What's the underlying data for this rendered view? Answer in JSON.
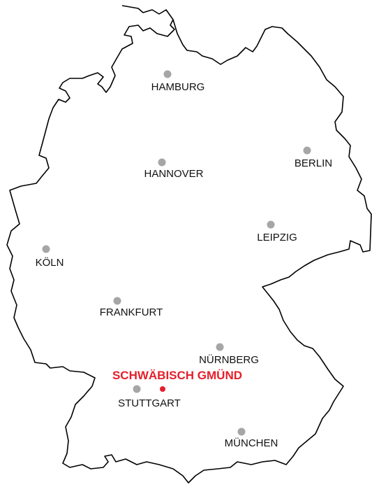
{
  "map": {
    "colors": {
      "outline": "#000000",
      "city_dot": "#a6a6a6",
      "highlight": "#e3202a",
      "label": "#111111"
    },
    "cities": [
      {
        "name": "HAMBURG"
      },
      {
        "name": "BERLIN"
      },
      {
        "name": "HANNOVER"
      },
      {
        "name": "LEIPZIG"
      },
      {
        "name": "KÖLN"
      },
      {
        "name": "FRANKFURT"
      },
      {
        "name": "NÜRNBERG"
      },
      {
        "name": "STUTTGART"
      },
      {
        "name": "MÜNCHEN"
      }
    ],
    "highlight": {
      "name": "SCHWÄBISCH GMÜND"
    }
  }
}
